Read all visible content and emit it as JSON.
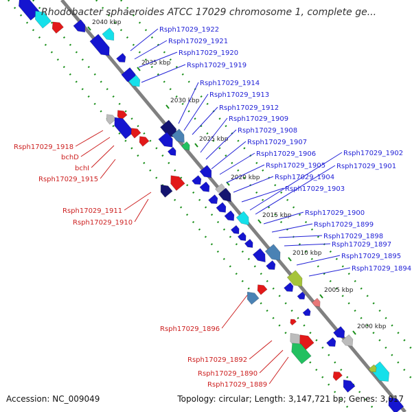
{
  "header": {
    "title": "Rhodobacter sphaeroides ATCC 17029 chromosome 1, complete ge..."
  },
  "footer": {
    "accession": "Accession: NC_009049",
    "topology": "Topology: circular; Length: 3,147,721 bp; Genes: 3,017"
  },
  "colors": {
    "forward_label": "#1f1fd6",
    "reverse_label": "#cc1f1f",
    "backbone": "#808080",
    "tick": "#1a8f1a",
    "gene_blue": "#1515d0",
    "gene_red": "#e21919",
    "gene_cyan": "#16e0ea",
    "gene_steel": "#4a82b4",
    "gene_navy": "#141470",
    "gene_gray": "#bcbcbc",
    "gene_olive": "#a6c43a",
    "gene_green": "#22c060",
    "gene_pink": "#e87878"
  },
  "kbp_labels": [
    "2040 kbp",
    "2035 kbp",
    "2030 kbp",
    "2025 kbp",
    "2020 kbp",
    "2015 kbp",
    "2010 kbp",
    "2005 kbp",
    "2000 kbp"
  ],
  "forward_labels": [
    "Rsph17029_1922",
    "Rsph17029_1921",
    "Rsph17029_1920",
    "Rsph17029_1919",
    "Rsph17029_1914",
    "Rsph17029_1913",
    "Rsph17029_1912",
    "Rsph17029_1909",
    "Rsph17029_1908",
    "Rsph17029_1907",
    "Rsph17029_1906",
    "Rsph17029_1905",
    "Rsph17029_1904",
    "Rsph17029_1903",
    "Rsph17029_1902",
    "Rsph17029_1901",
    "Rsph17029_1900",
    "Rsph17029_1899",
    "Rsph17029_1898",
    "Rsph17029_1897",
    "Rsph17029_1895",
    "Rsph17029_1894"
  ],
  "reverse_labels": [
    "Rsph17029_1918",
    "bchD",
    "bchI",
    "Rsph17029_1915",
    "Rsph17029_1911",
    "Rsph17029_1910",
    "Rsph17029_1896",
    "Rsph17029_1892",
    "Rsph17029_1890",
    "Rsph17029_1889"
  ]
}
